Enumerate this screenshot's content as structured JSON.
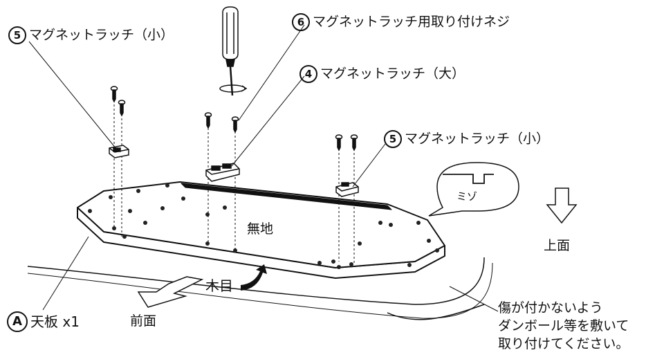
{
  "callouts": {
    "latch_small_left": {
      "num": "5",
      "text": "マグネットラッチ（小）"
    },
    "screw": {
      "num": "6",
      "text": "マグネットラッチ用取り付けネジ"
    },
    "latch_large": {
      "num": "4",
      "text": "マグネットラッチ（大）"
    },
    "latch_small_right": {
      "num": "5",
      "text": "マグネットラッチ（小）"
    }
  },
  "part": {
    "letter": "A",
    "text": "天板 x1"
  },
  "labels": {
    "plain": "無地",
    "grain": "木目",
    "front": "前面",
    "top": "上面",
    "groove": "ミゾ"
  },
  "note": {
    "lines": [
      "傷が付かないよう",
      "ダンボール等を敷いて",
      "取り付けてください。"
    ]
  },
  "colors": {
    "line": "#111111",
    "board": "#ffffff",
    "hole": "#222222"
  }
}
